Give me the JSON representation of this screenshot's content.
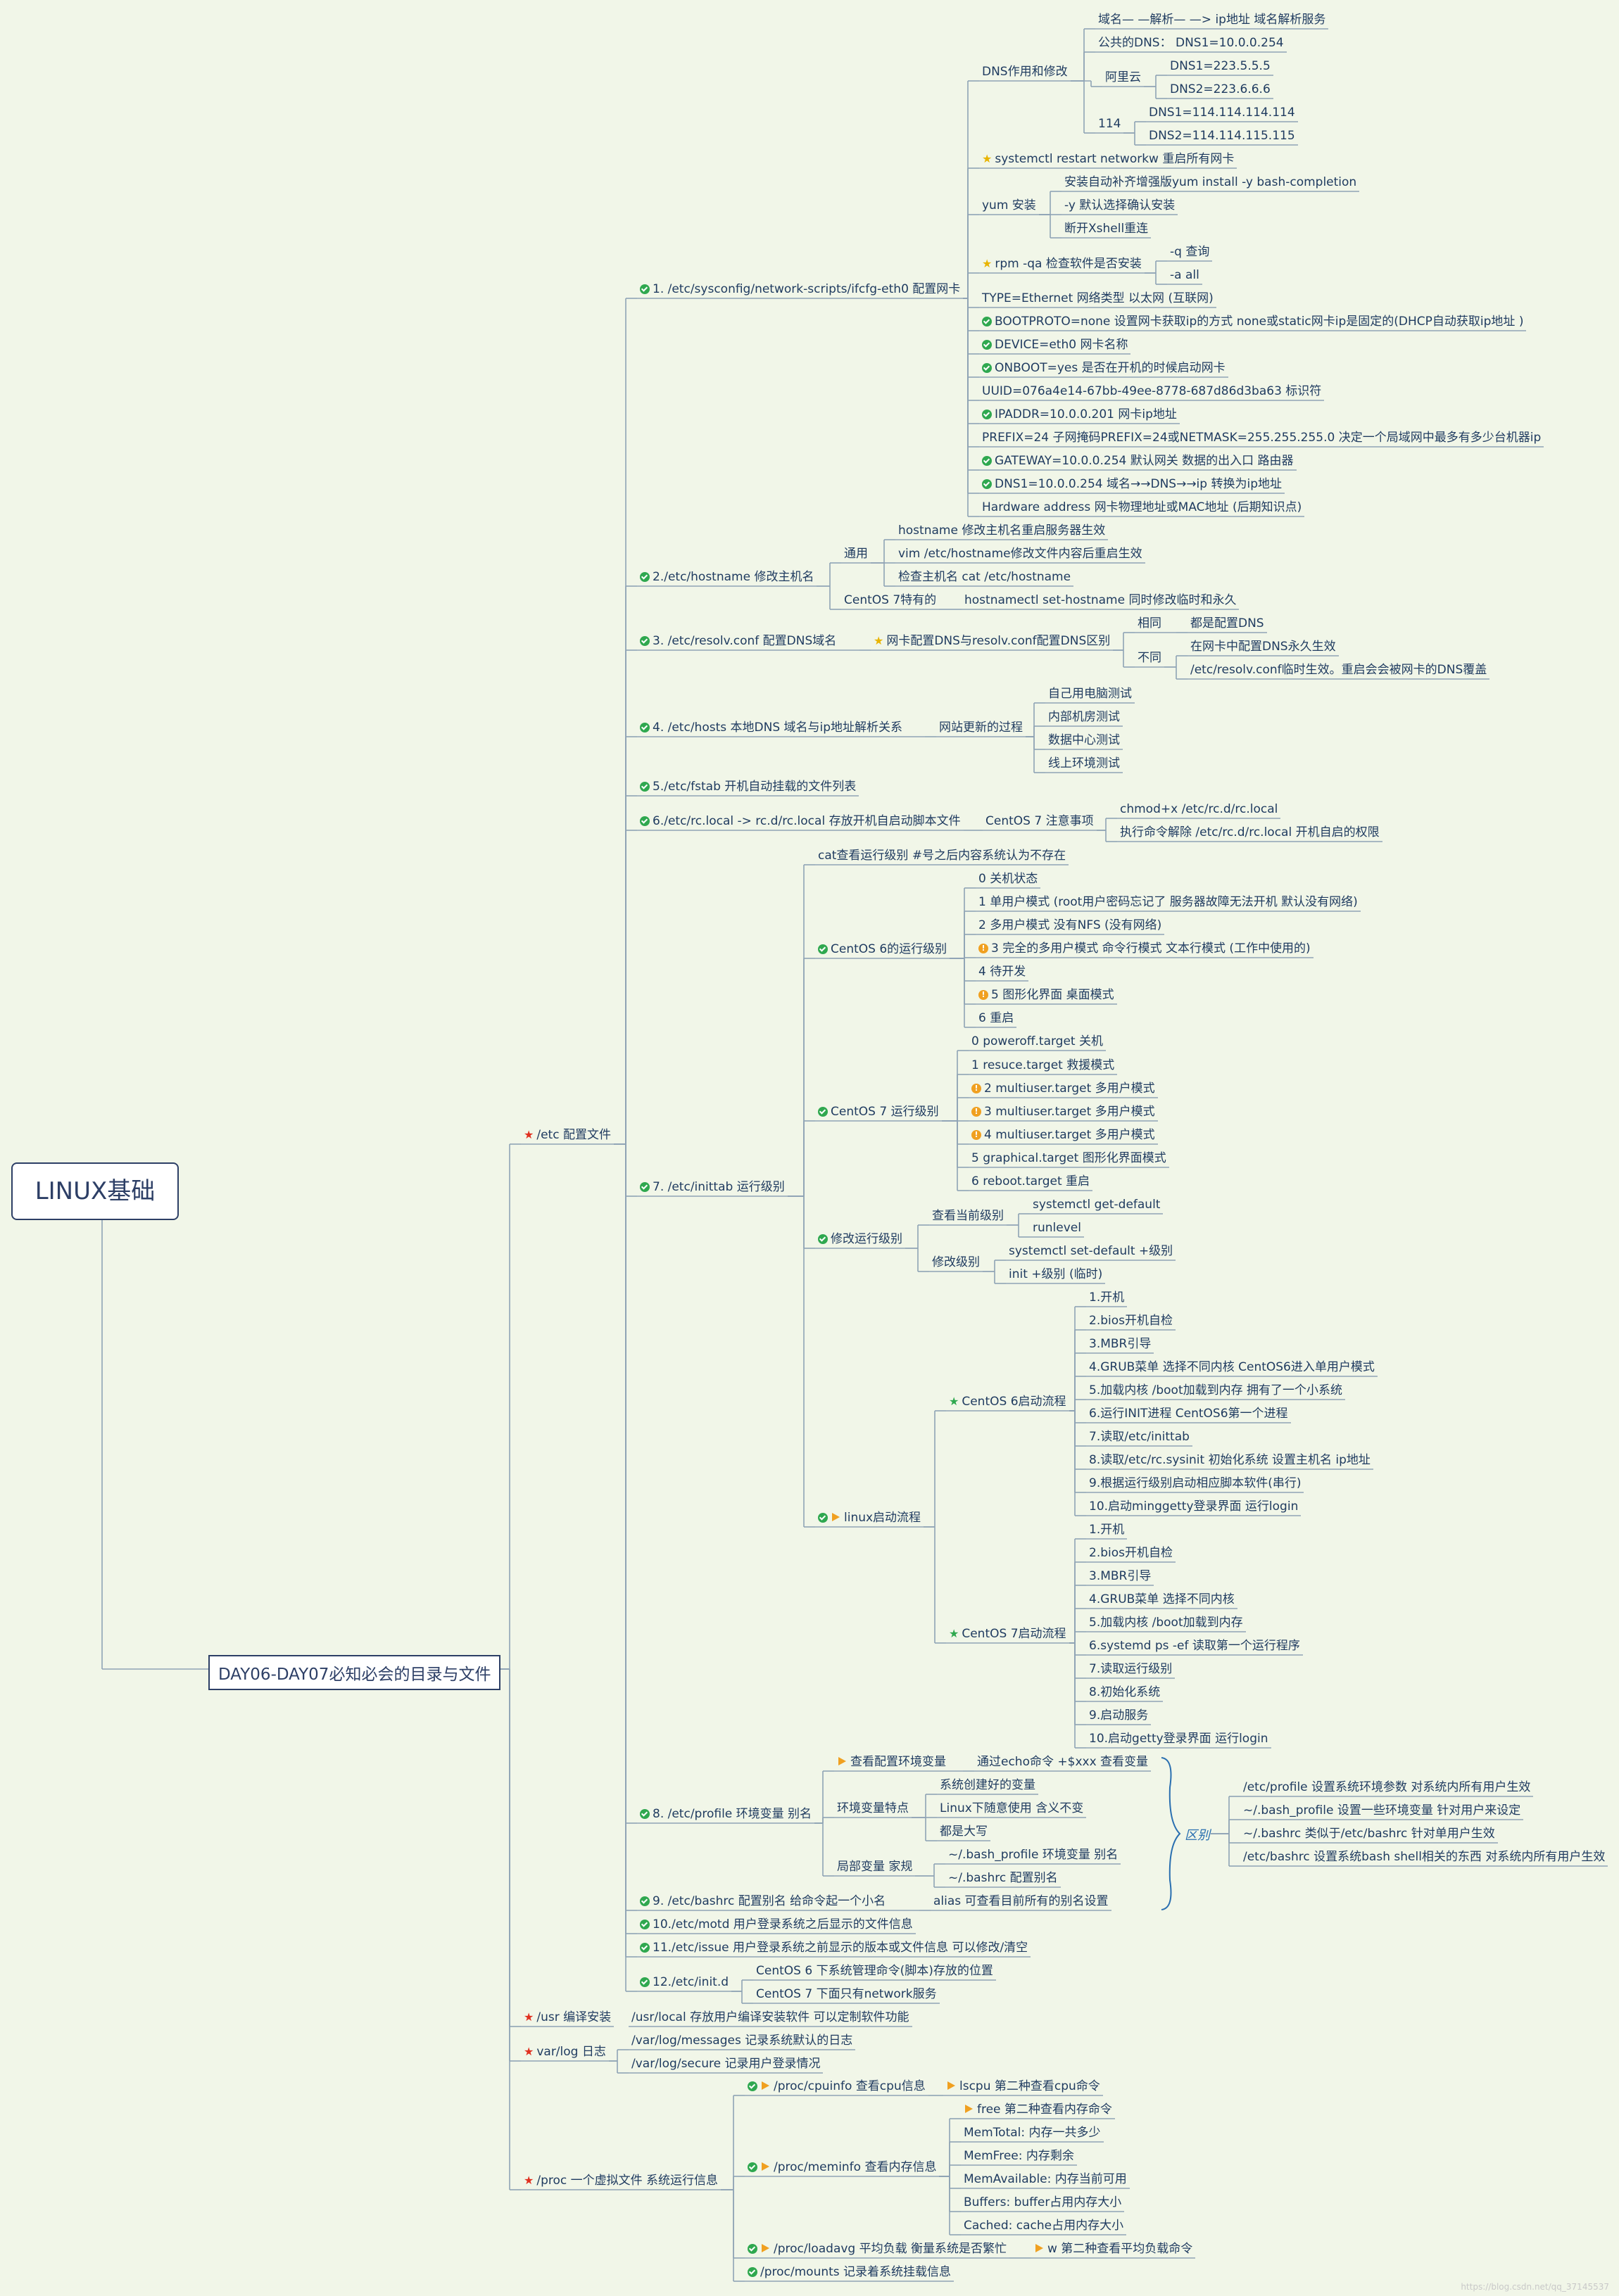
{
  "root": {
    "label": "LINUX基础"
  },
  "subroot": {
    "label": "DAY06-DAY07必知必会的目录与文件"
  },
  "compare_tag": "区别",
  "watermark": "https://blog.csdn.net/qq_37145537",
  "colors": {
    "background": "#f1f6e8",
    "line": "#8fa3b5",
    "node_text": "#1e3a5f",
    "ok": "#2fa84f",
    "warn": "#f0a020",
    "star": "#e03020"
  },
  "nodes": [
    {
      "t": "/etc 配置文件",
      "i": "redstar"
    },
    {
      "t": "/usr 编译安装",
      "i": "redstar"
    },
    {
      "t": "/usr/local  存放用户编译安装软件 可以定制软件功能",
      "i": ""
    },
    {
      "t": "var/log 日志",
      "i": "redstar"
    },
    {
      "t": "/var/log/messages 记录系统默认的日志",
      "i": ""
    },
    {
      "t": "/var/log/secure    记录用户登录情况",
      "i": ""
    },
    {
      "t": "/proc 一个虚拟文件 系统运行信息",
      "i": "redstar"
    },
    {
      "t": "/proc/cpuinfo  查看cpu信息",
      "i": "okflag"
    },
    {
      "t": "lscpu  第二种查看cpu命令",
      "i": "flag"
    },
    {
      "t": "/proc/meminfo 查看内存信息",
      "i": "okflag"
    },
    {
      "t": "free 第二种查看内存命令",
      "i": "flag"
    },
    {
      "t": "MemTotal:  内存一共多少",
      "i": ""
    },
    {
      "t": "MemFree:    内存剩余",
      "i": ""
    },
    {
      "t": "MemAvailable:  内存当前可用",
      "i": ""
    },
    {
      "t": "Buffers:     buffer占用内存大小",
      "i": ""
    },
    {
      "t": "Cached:     cache占用内存大小",
      "i": ""
    },
    {
      "t": "/proc/loadavg  平均负载 衡量系统是否繁忙",
      "i": "okflag"
    },
    {
      "t": "w  第二种查看平均负载命令",
      "i": "flag"
    },
    {
      "t": "/proc/mounts 记录着系统挂载信息",
      "i": "ok"
    },
    {
      "t": "1. /etc/sysconfig/network-scripts/ifcfg-eth0 配置网卡",
      "i": "ok"
    },
    {
      "t": "DNS作用和修改",
      "i": ""
    },
    {
      "t": "域名—  —解析—  —> ip地址  域名解析服务",
      "i": ""
    },
    {
      "t": "公共的DNS：  DNS1=10.0.0.254",
      "i": ""
    },
    {
      "t": "阿里云",
      "i": ""
    },
    {
      "t": "DNS1=223.5.5.5",
      "i": ""
    },
    {
      "t": "DNS2=223.6.6.6",
      "i": ""
    },
    {
      "t": "114",
      "i": ""
    },
    {
      "t": "DNS1=114.114.114.114",
      "i": ""
    },
    {
      "t": "DNS2=114.114.115.115",
      "i": ""
    },
    {
      "t": "systemctl restart networkw   重启所有网卡",
      "i": "star"
    },
    {
      "t": "yum 安装",
      "i": ""
    },
    {
      "t": "安装自动补齐增强版yum install -y  bash-completion",
      "i": ""
    },
    {
      "t": "-y 默认选择确认安装",
      "i": ""
    },
    {
      "t": "断开Xshell重连",
      "i": ""
    },
    {
      "t": "rpm -qa 检查软件是否安装",
      "i": "star"
    },
    {
      "t": "-q 查询",
      "i": ""
    },
    {
      "t": "-a all",
      "i": ""
    },
    {
      "t": "TYPE=Ethernet   网络类型 以太网  (互联网)",
      "i": ""
    },
    {
      "t": "BOOTPROTO=none  设置网卡获取ip的方式  none或static网卡ip是固定的(DHCP自动获取ip地址  )",
      "i": "ok"
    },
    {
      "t": "DEVICE=eth0      网卡名称",
      "i": "ok"
    },
    {
      "t": "ONBOOT=yes          是否在开机的时候启动网卡",
      "i": "ok"
    },
    {
      "t": "UUID=076a4e14-67bb-49ee-8778-687d86d3ba63   标识符",
      "i": ""
    },
    {
      "t": "IPADDR=10.0.0.201   网卡ip地址",
      "i": "ok"
    },
    {
      "t": "PREFIX=24             子网掩码PREFIX=24或NETMASK=255.255.255.0 决定一个局域网中最多有多少台机器ip",
      "i": ""
    },
    {
      "t": "GATEWAY=10.0.0.254  默认网关 数据的出入口 路由器",
      "i": "ok"
    },
    {
      "t": "DNS1=10.0.0.254      域名→→DNS→→ip  转换为ip地址",
      "i": "ok"
    },
    {
      "t": "Hardware address    网卡物理地址或MAC地址 (后期知识点)",
      "i": ""
    },
    {
      "t": "2./etc/hostname  修改主机名",
      "i": "ok"
    },
    {
      "t": "通用",
      "i": ""
    },
    {
      "t": "hostname 修改主机名重启服务器生效",
      "i": ""
    },
    {
      "t": "vim /etc/hostname修改文件内容后重启生效",
      "i": ""
    },
    {
      "t": "检查主机名 cat /etc/hostname",
      "i": ""
    },
    {
      "t": "CentOS 7特有的",
      "i": ""
    },
    {
      "t": "hostnamectl set-hostname 同时修改临时和永久",
      "i": ""
    },
    {
      "t": "3. /etc/resolv.conf    配置DNS域名",
      "i": "ok"
    },
    {
      "t": "网卡配置DNS与resolv.conf配置DNS区别",
      "i": "star"
    },
    {
      "t": "相同",
      "i": ""
    },
    {
      "t": "都是配置DNS",
      "i": ""
    },
    {
      "t": "不同",
      "i": ""
    },
    {
      "t": "在网卡中配置DNS永久生效",
      "i": ""
    },
    {
      "t": "/etc/resolv.conf临时生效。重启会会被网卡的DNS覆盖",
      "i": ""
    },
    {
      "t": "4. /etc/hosts   本地DNS 域名与ip地址解析关系",
      "i": "ok"
    },
    {
      "t": "网站更新的过程",
      "i": ""
    },
    {
      "t": "自己用电脑测试",
      "i": ""
    },
    {
      "t": "内部机房测试",
      "i": ""
    },
    {
      "t": "数据中心测试",
      "i": ""
    },
    {
      "t": "线上环境测试",
      "i": ""
    },
    {
      "t": "5./etc/fstab    开机自动挂载的文件列表",
      "i": "ok"
    },
    {
      "t": "6./etc/rc.local -> rc.d/rc.local 存放开机自启动脚本文件",
      "i": "ok"
    },
    {
      "t": "CentOS 7 注意事项",
      "i": ""
    },
    {
      "t": "chmod+x /etc/rc.d/rc.local",
      "i": ""
    },
    {
      "t": "执行命令解除 /etc/rc.d/rc.local 开机自启的权限",
      "i": ""
    },
    {
      "t": "7. /etc/inittab  运行级别",
      "i": "ok"
    },
    {
      "t": "cat查看运行级别  #号之后内容系统认为不存在",
      "i": ""
    },
    {
      "t": "CentOS 6的运行级别",
      "i": "ok"
    },
    {
      "t": "0  关机状态",
      "i": ""
    },
    {
      "t": "1  单用户模式   (root用户密码忘记了 服务器故障无法开机 默认没有网络)",
      "i": ""
    },
    {
      "t": "2  多用户模式  没有NFS  (没有网络)",
      "i": ""
    },
    {
      "t": "3  完全的多用户模式 命令行模式 文本行模式 (工作中使用的)",
      "i": "warn"
    },
    {
      "t": "4  待开发",
      "i": ""
    },
    {
      "t": "5  图形化界面 桌面模式",
      "i": "warn"
    },
    {
      "t": "6  重启",
      "i": ""
    },
    {
      "t": "CentOS 7 运行级别",
      "i": "ok"
    },
    {
      "t": "0  poweroff.target     关机",
      "i": ""
    },
    {
      "t": "1  resuce.target       救援模式",
      "i": ""
    },
    {
      "t": "2  multiuser.target   多用户模式",
      "i": "warn"
    },
    {
      "t": "3  multiuser.target   多用户模式",
      "i": "warn"
    },
    {
      "t": "4  multiuser.target   多用户模式",
      "i": "warn"
    },
    {
      "t": "5  graphical.target   图形化界面模式",
      "i": ""
    },
    {
      "t": "6  reboot.target      重启",
      "i": ""
    },
    {
      "t": "修改运行级别",
      "i": "ok"
    },
    {
      "t": "查看当前级别",
      "i": ""
    },
    {
      "t": "systemctl get-default",
      "i": ""
    },
    {
      "t": "runlevel",
      "i": ""
    },
    {
      "t": "修改级别",
      "i": ""
    },
    {
      "t": "systemctl set-default +级别",
      "i": ""
    },
    {
      "t": "init +级别 (临时)",
      "i": ""
    },
    {
      "t": "linux启动流程",
      "i": "okflag"
    },
    {
      "t": "CentOS 6启动流程",
      "i": "gstar"
    },
    {
      "t": "1.开机",
      "i": ""
    },
    {
      "t": "2.bios开机自检",
      "i": ""
    },
    {
      "t": "3.MBR引导",
      "i": ""
    },
    {
      "t": "4.GRUB菜单  选择不同内核 CentOS6进入单用户模式",
      "i": ""
    },
    {
      "t": "5.加载内核  /boot加载到内存 拥有了一个小系统",
      "i": ""
    },
    {
      "t": "6.运行INIT进程  CentOS6第一个进程",
      "i": ""
    },
    {
      "t": "7.读取/etc/inittab",
      "i": ""
    },
    {
      "t": "8.读取/etc/rc.sysinit 初始化系统  设置主机名 ip地址",
      "i": ""
    },
    {
      "t": "9.根据运行级别启动相应脚本软件(串行)",
      "i": ""
    },
    {
      "t": "10.启动minggetty登录界面 运行login",
      "i": ""
    },
    {
      "t": "CentOS 7启动流程",
      "i": "gstar"
    },
    {
      "t": "1.开机",
      "i": ""
    },
    {
      "t": "2.bios开机自检",
      "i": ""
    },
    {
      "t": "3.MBR引导",
      "i": ""
    },
    {
      "t": "4.GRUB菜单  选择不同内核",
      "i": ""
    },
    {
      "t": "5.加载内核  /boot加载到内存",
      "i": ""
    },
    {
      "t": "6.systemd ps -ef 读取第一个运行程序",
      "i": ""
    },
    {
      "t": "7.读取运行级别",
      "i": ""
    },
    {
      "t": "8.初始化系统",
      "i": ""
    },
    {
      "t": "9.启动服务",
      "i": ""
    },
    {
      "t": "10.启动getty登录界面 运行login",
      "i": ""
    },
    {
      "t": "8. /etc/profile 环境变量 别名",
      "i": "ok"
    },
    {
      "t": "查看配置环境变量",
      "i": "flag"
    },
    {
      "t": "通过echo命令 +$xxx 查看变量",
      "i": ""
    },
    {
      "t": "环境变量特点",
      "i": ""
    },
    {
      "t": "系统创建好的变量",
      "i": ""
    },
    {
      "t": "Linux下随意使用 含义不变",
      "i": ""
    },
    {
      "t": "都是大写",
      "i": ""
    },
    {
      "t": "局部变量 家规",
      "i": ""
    },
    {
      "t": "~/.bash_profile  环境变量 别名",
      "i": ""
    },
    {
      "t": "~/.bashrc    配置别名",
      "i": ""
    },
    {
      "t": "/etc/profile 设置系统环境参数 对系统内所有用户生效",
      "i": ""
    },
    {
      "t": "~/.bash_profile 设置一些环境变量  针对用户来设定",
      "i": ""
    },
    {
      "t": "~/.bashrc  类似于/etc/bashrc 针对单用户生效",
      "i": ""
    },
    {
      "t": "/etc/bashrc 设置系统bash shell相关的东西 对系统内所有用户生效",
      "i": ""
    },
    {
      "t": "9. /etc/bashrc  配置别名 给命令起一个小名",
      "i": "ok"
    },
    {
      "t": "alias 可查看目前所有的别名设置",
      "i": ""
    },
    {
      "t": "10./etc/motd 用户登录系统之后显示的文件信息",
      "i": "ok"
    },
    {
      "t": "11./etc/issue 用户登录系统之前显示的版本或文件信息 可以修改/清空",
      "i": "ok"
    },
    {
      "t": "12./etc/init.d",
      "i": "ok"
    },
    {
      "t": "CentOS 6 下系统管理命令(脚本)存放的位置",
      "i": ""
    },
    {
      "t": "CentOS 7  下面只有network服务",
      "i": ""
    }
  ]
}
